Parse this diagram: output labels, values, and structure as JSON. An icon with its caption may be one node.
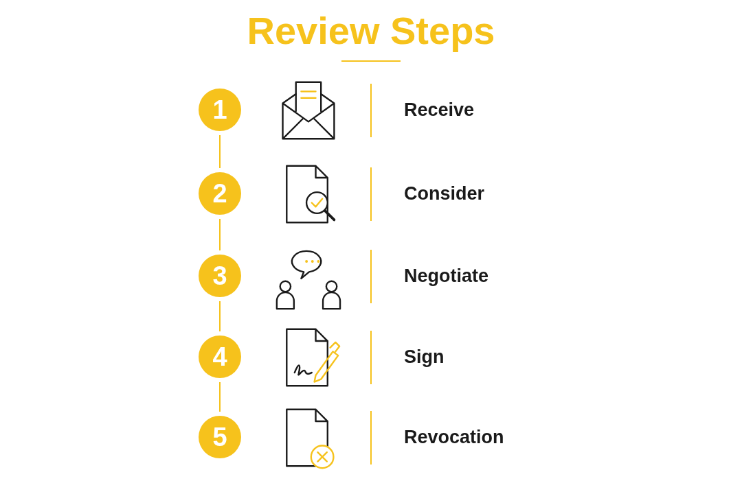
{
  "diagram": {
    "title": "Review Steps",
    "nodes": [
      {
        "text": [
          "1"
        ]
      },
      {
        "text": [
          "2"
        ]
      },
      {
        "text": [
          "3"
        ]
      },
      {
        "text": [
          "4"
        ]
      },
      {
        "text": [
          "5"
        ]
      }
    ],
    "edges": [
      {
        "from": 0,
        "to": 1,
        "arrow": "none"
      },
      {
        "from": 1,
        "to": 2,
        "arrow": "none"
      },
      {
        "from": 2,
        "to": 3,
        "arrow": "none"
      },
      {
        "from": 3,
        "to": 4,
        "arrow": "none"
      }
    ],
    "labels": [
      "Receive",
      "Consider",
      "Negotiate",
      "Sign",
      "Revocation"
    ]
  }
}
